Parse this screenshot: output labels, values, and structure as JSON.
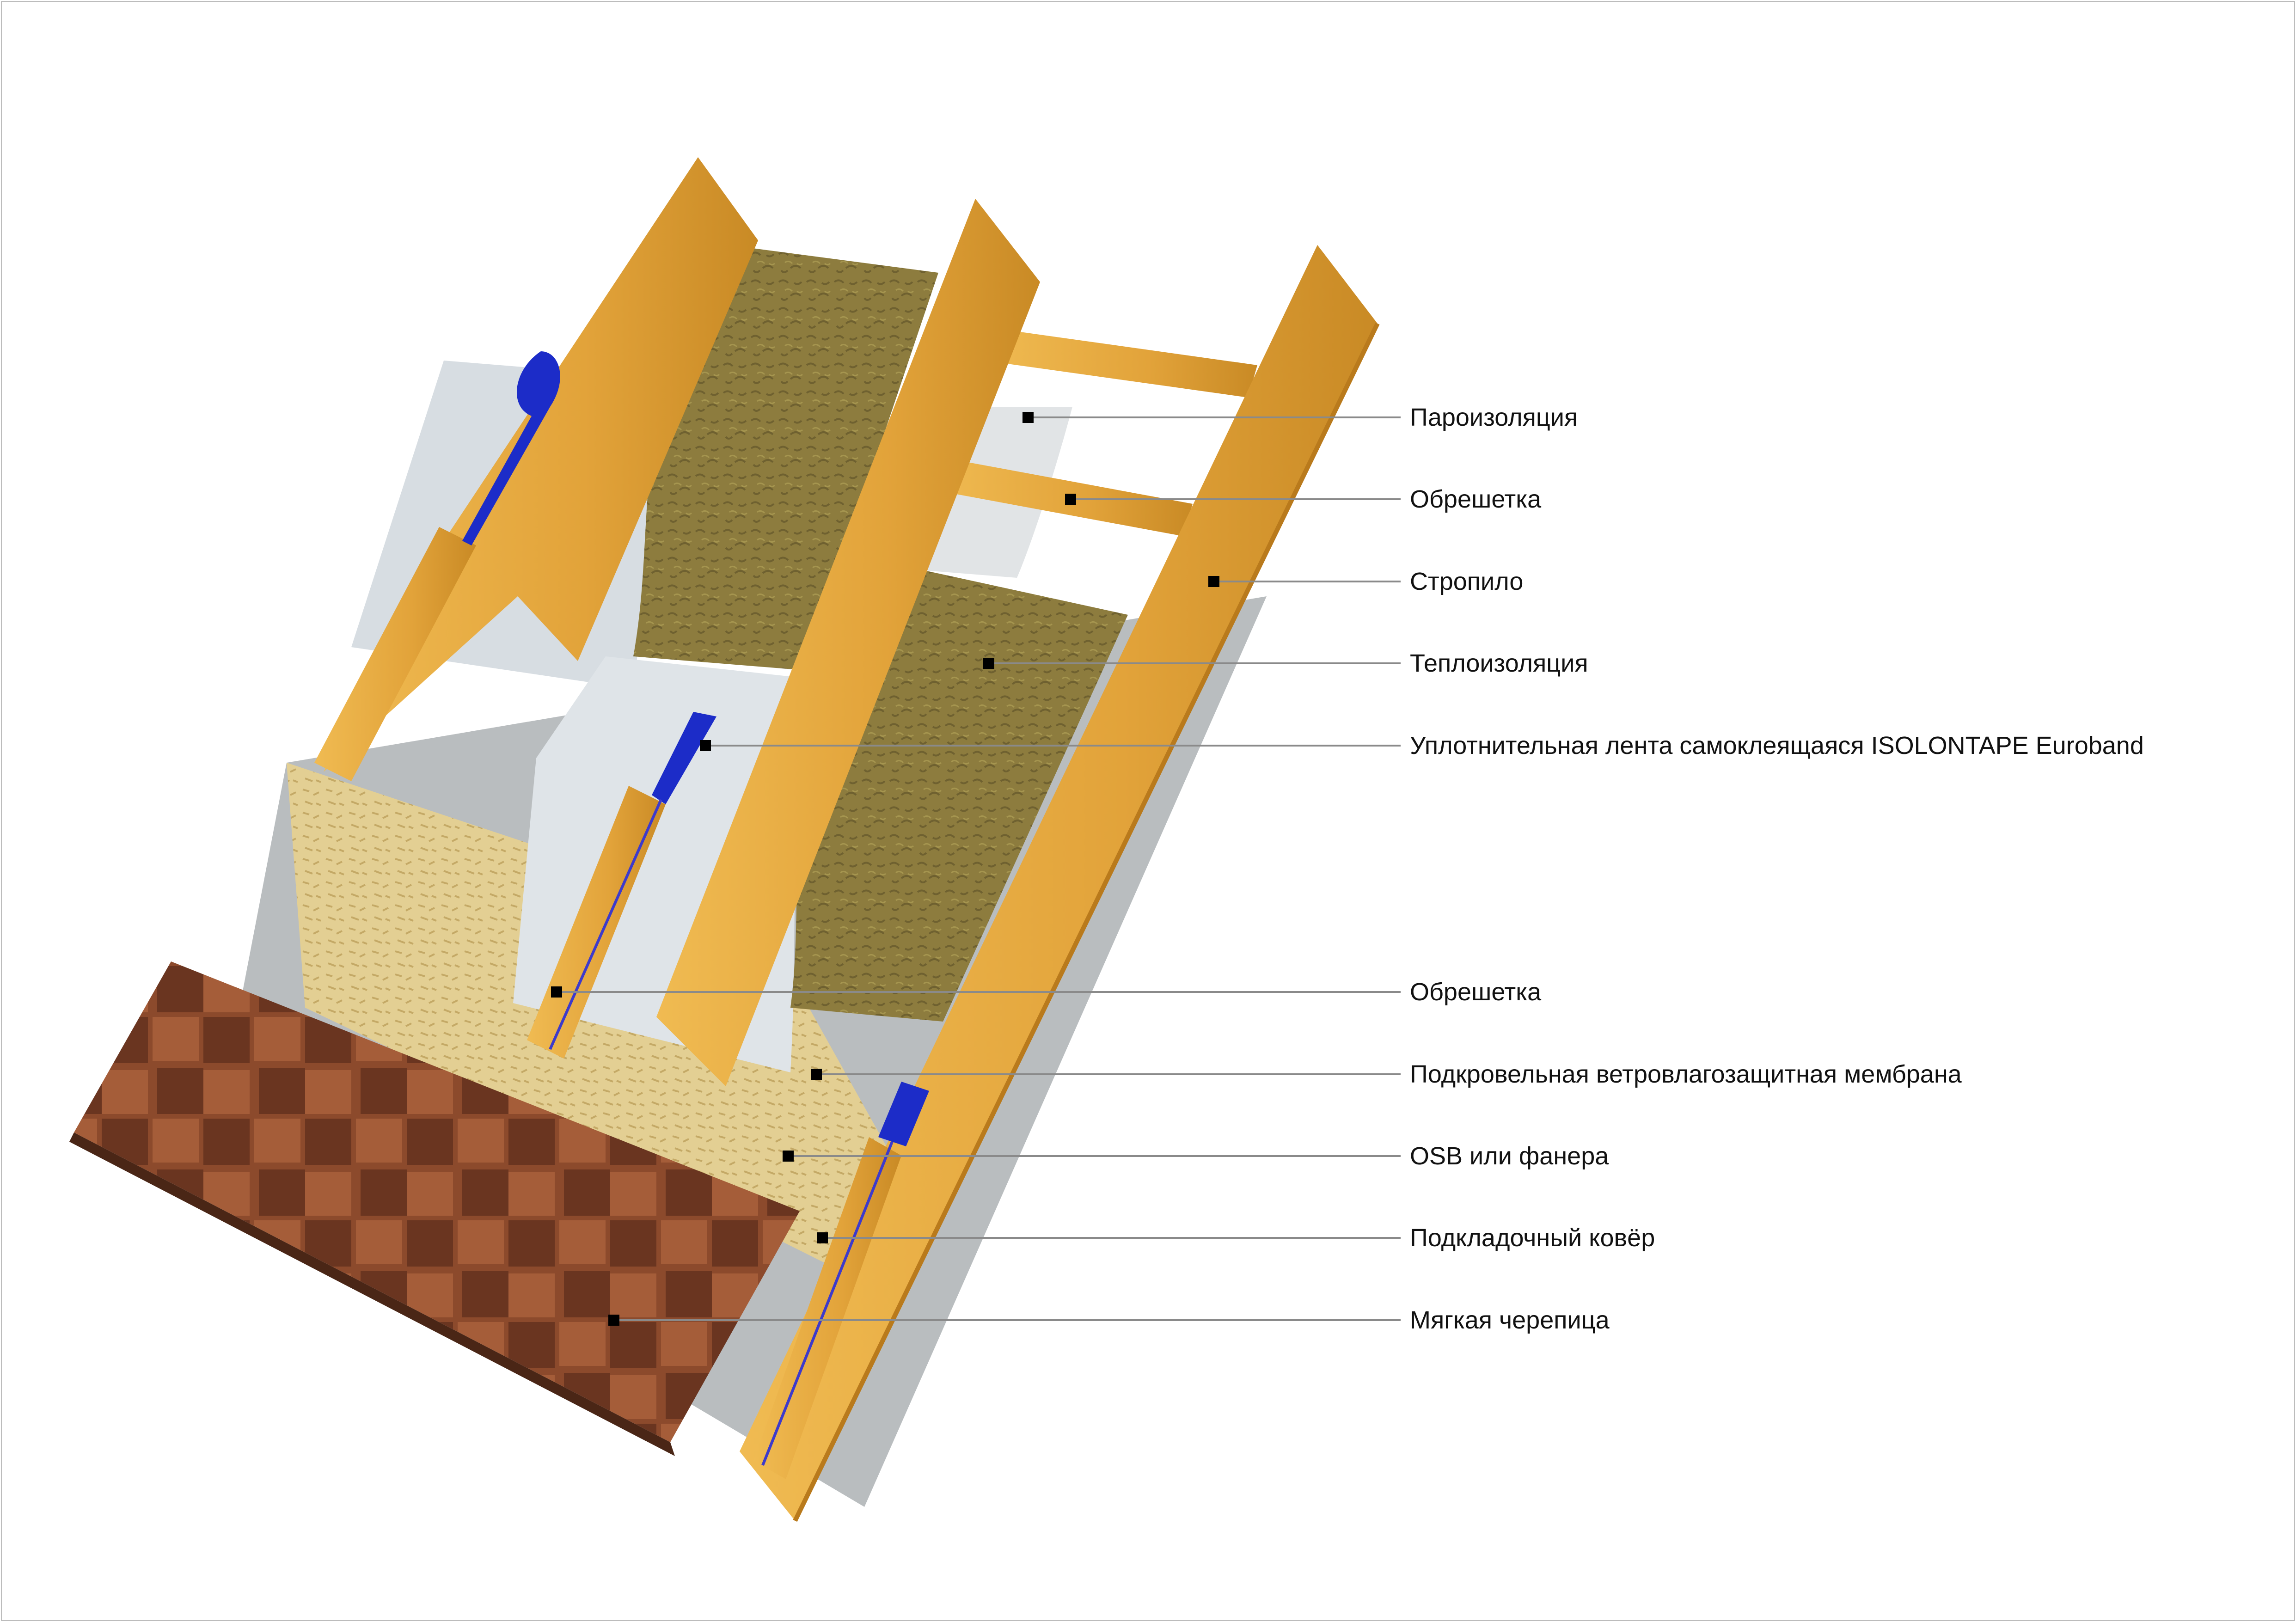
{
  "callouts": [
    {
      "label": "Пароизоляция"
    },
    {
      "label": "Обрешетка"
    },
    {
      "label": "Стропило"
    },
    {
      "label": "Теплоизоляция"
    },
    {
      "label": "Уплотнительная лента самоклеящаяся ISOLONTAPE Euroband"
    },
    {
      "label": "Обрешетка"
    },
    {
      "label": "Подкровельная ветровлагозащитная мембрана"
    },
    {
      "label": "OSB или фанера"
    },
    {
      "label": "Подкладочный ковёр"
    },
    {
      "label": "Мягкая черепица"
    }
  ],
  "colors": {
    "wood": "#e2a33a",
    "wood_dark": "#b97a1c",
    "insulation": "#8d7c3e",
    "membrane": "#d7dde2",
    "tape": "#1c2cc8",
    "osb": "#e3cf93",
    "underlay": "#b9bdbf",
    "shingle": "#8c4a2c",
    "leader": "#8a8a8a",
    "marker": "#000000"
  }
}
